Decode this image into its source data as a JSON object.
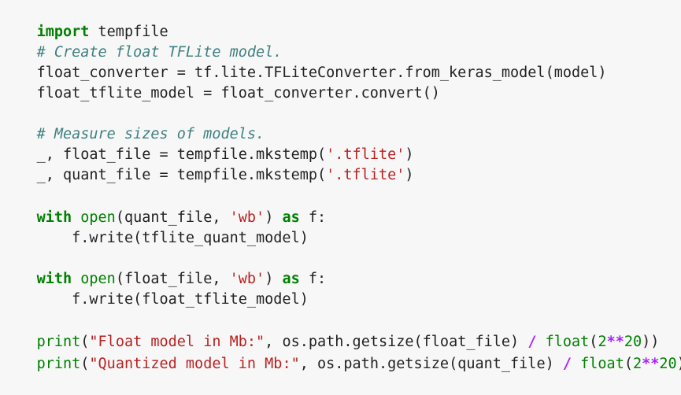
{
  "editor": {
    "line01": {
      "k1": "import",
      "t1": " tempfile"
    },
    "line02": {
      "c1": "# Create float TFLite model."
    },
    "line03": {
      "t1": "float_converter = tf.lite.TFLiteConverter.from_keras_model(model)"
    },
    "line04": {
      "t1": "float_tflite_model = float_converter.convert()"
    },
    "line06": {
      "c1": "# Measure sizes of models."
    },
    "line07": {
      "t1": "_, float_file = tempfile.mkstemp(",
      "s1": "'.tflite'",
      "t2": ")"
    },
    "line08": {
      "t1": "_, quant_file = tempfile.mkstemp(",
      "s1": "'.tflite'",
      "t2": ")"
    },
    "line10": {
      "k1": "with",
      "t1": " ",
      "b1": "open",
      "t2": "(quant_file, ",
      "s1": "'wb'",
      "t3": ") ",
      "k2": "as",
      "t4": " f:"
    },
    "line11": {
      "t1": "    f.write(tflite_quant_model)"
    },
    "line13": {
      "k1": "with",
      "t1": " ",
      "b1": "open",
      "t2": "(float_file, ",
      "s1": "'wb'",
      "t3": ") ",
      "k2": "as",
      "t4": " f:"
    },
    "line14": {
      "t1": "    f.write(float_tflite_model)"
    },
    "line16": {
      "b1": "print",
      "t1": "(",
      "s1": "\"Float model in Mb:\"",
      "t2": ", os.path.getsize(float_file) ",
      "o1": "/",
      "t3": " ",
      "b2": "float",
      "t4": "(",
      "n1": "2",
      "o2": "**",
      "n2": "20",
      "t5": "))"
    },
    "line17": {
      "b1": "print",
      "t1": "(",
      "s1": "\"Quantized model in Mb:\"",
      "t2": ", os.path.getsize(quant_file) ",
      "o1": "/",
      "t3": " ",
      "b2": "float",
      "t4": "(",
      "n1": "2",
      "o2": "**",
      "n2": "20",
      "t5": "))"
    }
  }
}
